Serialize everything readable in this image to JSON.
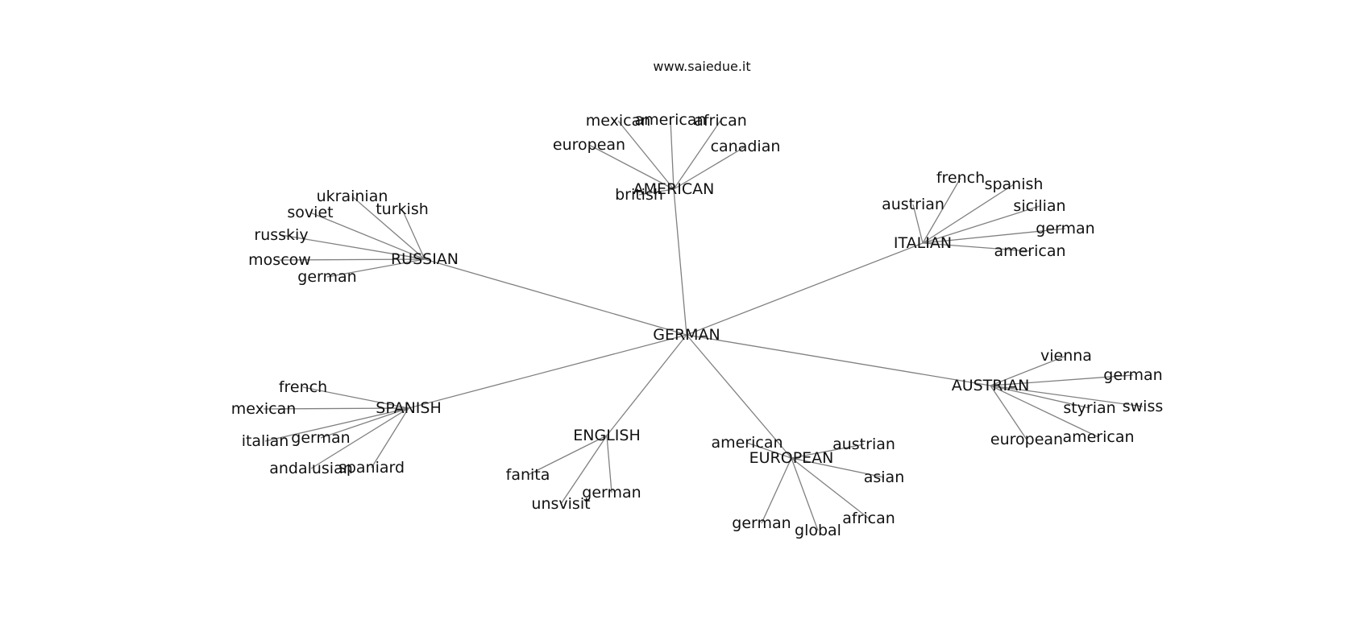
{
  "caption": "www.saiedue.it",
  "graph": {
    "root": "GERMAN",
    "hubs": [
      {
        "label": "AMERICAN",
        "leaves": [
          "british",
          "european",
          "mexican",
          "american",
          "african",
          "canadian"
        ]
      },
      {
        "label": "ITALIAN",
        "leaves": [
          "austrian",
          "french",
          "spanish",
          "sicilian",
          "german",
          "american"
        ]
      },
      {
        "label": "RUSSIAN",
        "leaves": [
          "ukrainian",
          "soviet",
          "turkish",
          "russkiy",
          "moscow",
          "german"
        ]
      },
      {
        "label": "SPANISH",
        "leaves": [
          "french",
          "mexican",
          "italian",
          "german",
          "andalusian",
          "spaniard"
        ]
      },
      {
        "label": "ENGLISH",
        "leaves": [
          "fanita",
          "unsvisit",
          "german"
        ]
      },
      {
        "label": "EUROPEAN",
        "leaves": [
          "american",
          "austrian",
          "asian",
          "african",
          "global",
          "german"
        ]
      },
      {
        "label": "AUSTRIAN",
        "leaves": [
          "vienna",
          "german",
          "styrian",
          "swiss",
          "american",
          "european"
        ]
      }
    ]
  }
}
